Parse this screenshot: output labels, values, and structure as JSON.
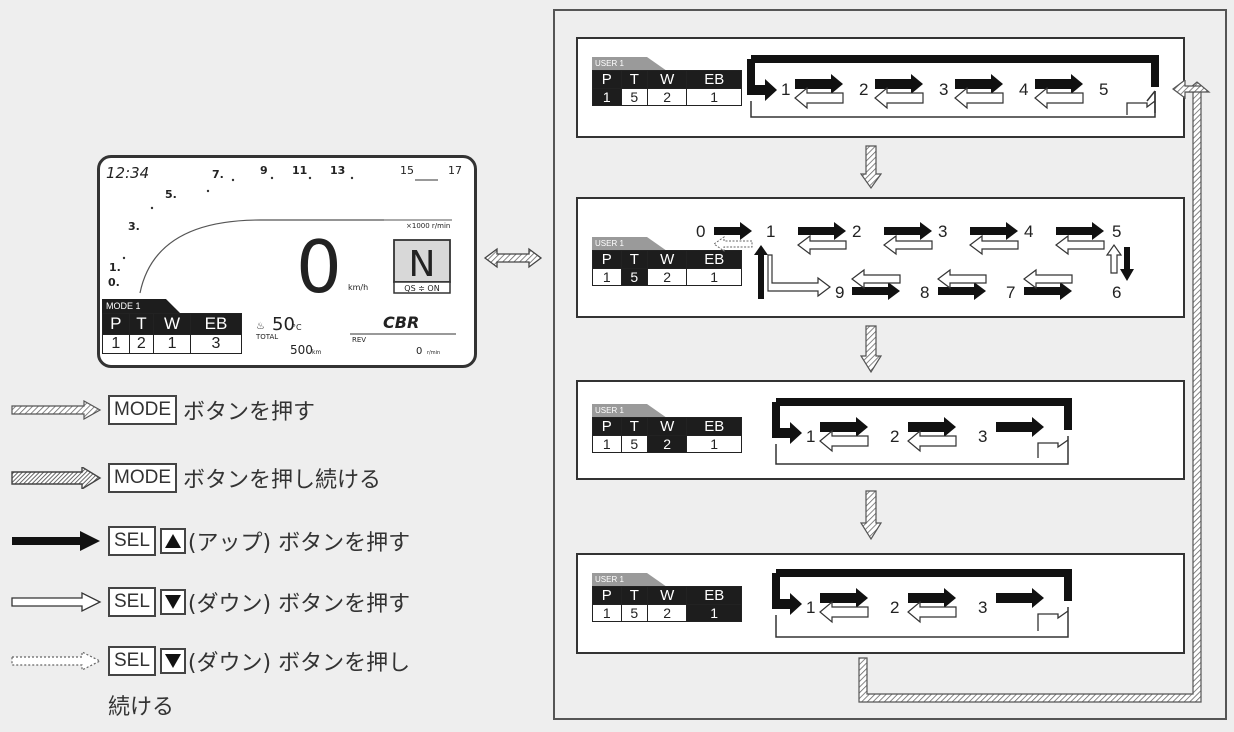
{
  "cluster": {
    "clock": "12:34",
    "tach_numbers": [
      "1.",
      "3.",
      "5.",
      "7.",
      "9",
      "11",
      "13",
      "15",
      "17"
    ],
    "tach_zero": "0.",
    "rpm_unit": "×1000 r/min",
    "speed": "0",
    "speed_unit": "km/h",
    "gear": "N",
    "qs_label": "QS ≑ ON",
    "mode_tag": "MODE 1",
    "headers": [
      "P",
      "T",
      "W",
      "EB"
    ],
    "values": [
      "1",
      "2",
      "1",
      "3"
    ],
    "temp": "50",
    "temp_unit": "°C",
    "total_label": "TOTAL",
    "total_value": "500",
    "total_unit": "km",
    "rev_label": "REV",
    "rev_value": "0",
    "rev_unit": "r/min",
    "logo": "CBR"
  },
  "legend": [
    {
      "button": "MODE",
      "text": "ボタンを押す",
      "arrow": "hatched-thin"
    },
    {
      "button": "MODE",
      "text": "ボタンを押し続ける",
      "arrow": "hatched-thick"
    },
    {
      "button": "SEL",
      "symbol": "up-triangle",
      "text": "(アップ) ボタンを押す",
      "arrow": "solid-black"
    },
    {
      "button": "SEL",
      "symbol": "down-triangle",
      "text": "(ダウン) ボタンを押す",
      "arrow": "outline-white"
    },
    {
      "button": "SEL",
      "symbol": "down-triangle",
      "text": "(ダウン) ボタンを押し",
      "text2": "続ける",
      "arrow": "dotted"
    }
  ],
  "panels": [
    {
      "tag": "USER 1",
      "headers": [
        "P",
        "T",
        "W",
        "EB"
      ],
      "values": [
        "1",
        "5",
        "2",
        "1"
      ],
      "highlight": "P",
      "steps": [
        "1",
        "2",
        "3",
        "4",
        "5"
      ]
    },
    {
      "tag": "USER 1",
      "headers": [
        "P",
        "T",
        "W",
        "EB"
      ],
      "values": [
        "1",
        "5",
        "2",
        "1"
      ],
      "highlight": "T",
      "top_row": [
        "0",
        "1",
        "2",
        "3",
        "4",
        "5"
      ],
      "bottom_row": [
        "9",
        "8",
        "7",
        "6"
      ]
    },
    {
      "tag": "USER 1",
      "headers": [
        "P",
        "T",
        "W",
        "EB"
      ],
      "values": [
        "1",
        "5",
        "2",
        "1"
      ],
      "highlight": "W",
      "steps": [
        "1",
        "2",
        "3"
      ]
    },
    {
      "tag": "USER 1",
      "headers": [
        "P",
        "T",
        "W",
        "EB"
      ],
      "values": [
        "1",
        "5",
        "2",
        "1"
      ],
      "highlight": "EB",
      "steps": [
        "1",
        "2",
        "3"
      ]
    }
  ]
}
